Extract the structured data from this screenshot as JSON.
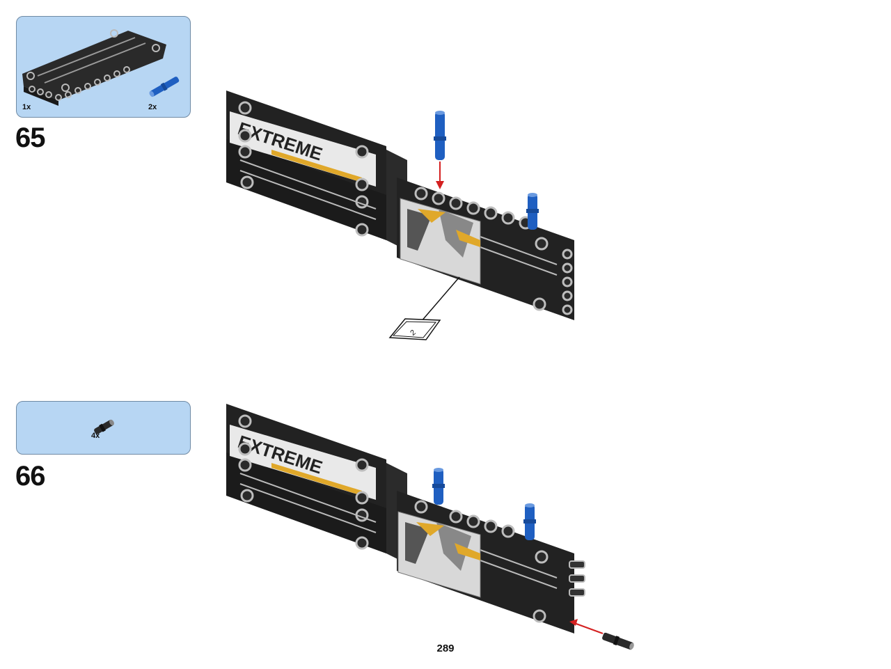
{
  "steps": [
    {
      "number": "65",
      "parts": [
        {
          "name": "black panel",
          "quantity": "1x",
          "icon": "technic-panel-icon"
        },
        {
          "name": "blue pin",
          "quantity": "2x",
          "icon": "blue-pin-icon"
        }
      ],
      "decal_sheet_number": "2"
    },
    {
      "number": "66",
      "parts": [
        {
          "name": "black connector pin",
          "quantity": "4x",
          "icon": "black-pin-icon"
        }
      ]
    }
  ],
  "page_number": "289",
  "colors": {
    "parts_box_bg": "#b7d6f3",
    "panel_black": "#222222",
    "pin_blue": "#1f5fc1",
    "arrow_red": "#d42020",
    "decal_yellow": "#e0a82a"
  }
}
